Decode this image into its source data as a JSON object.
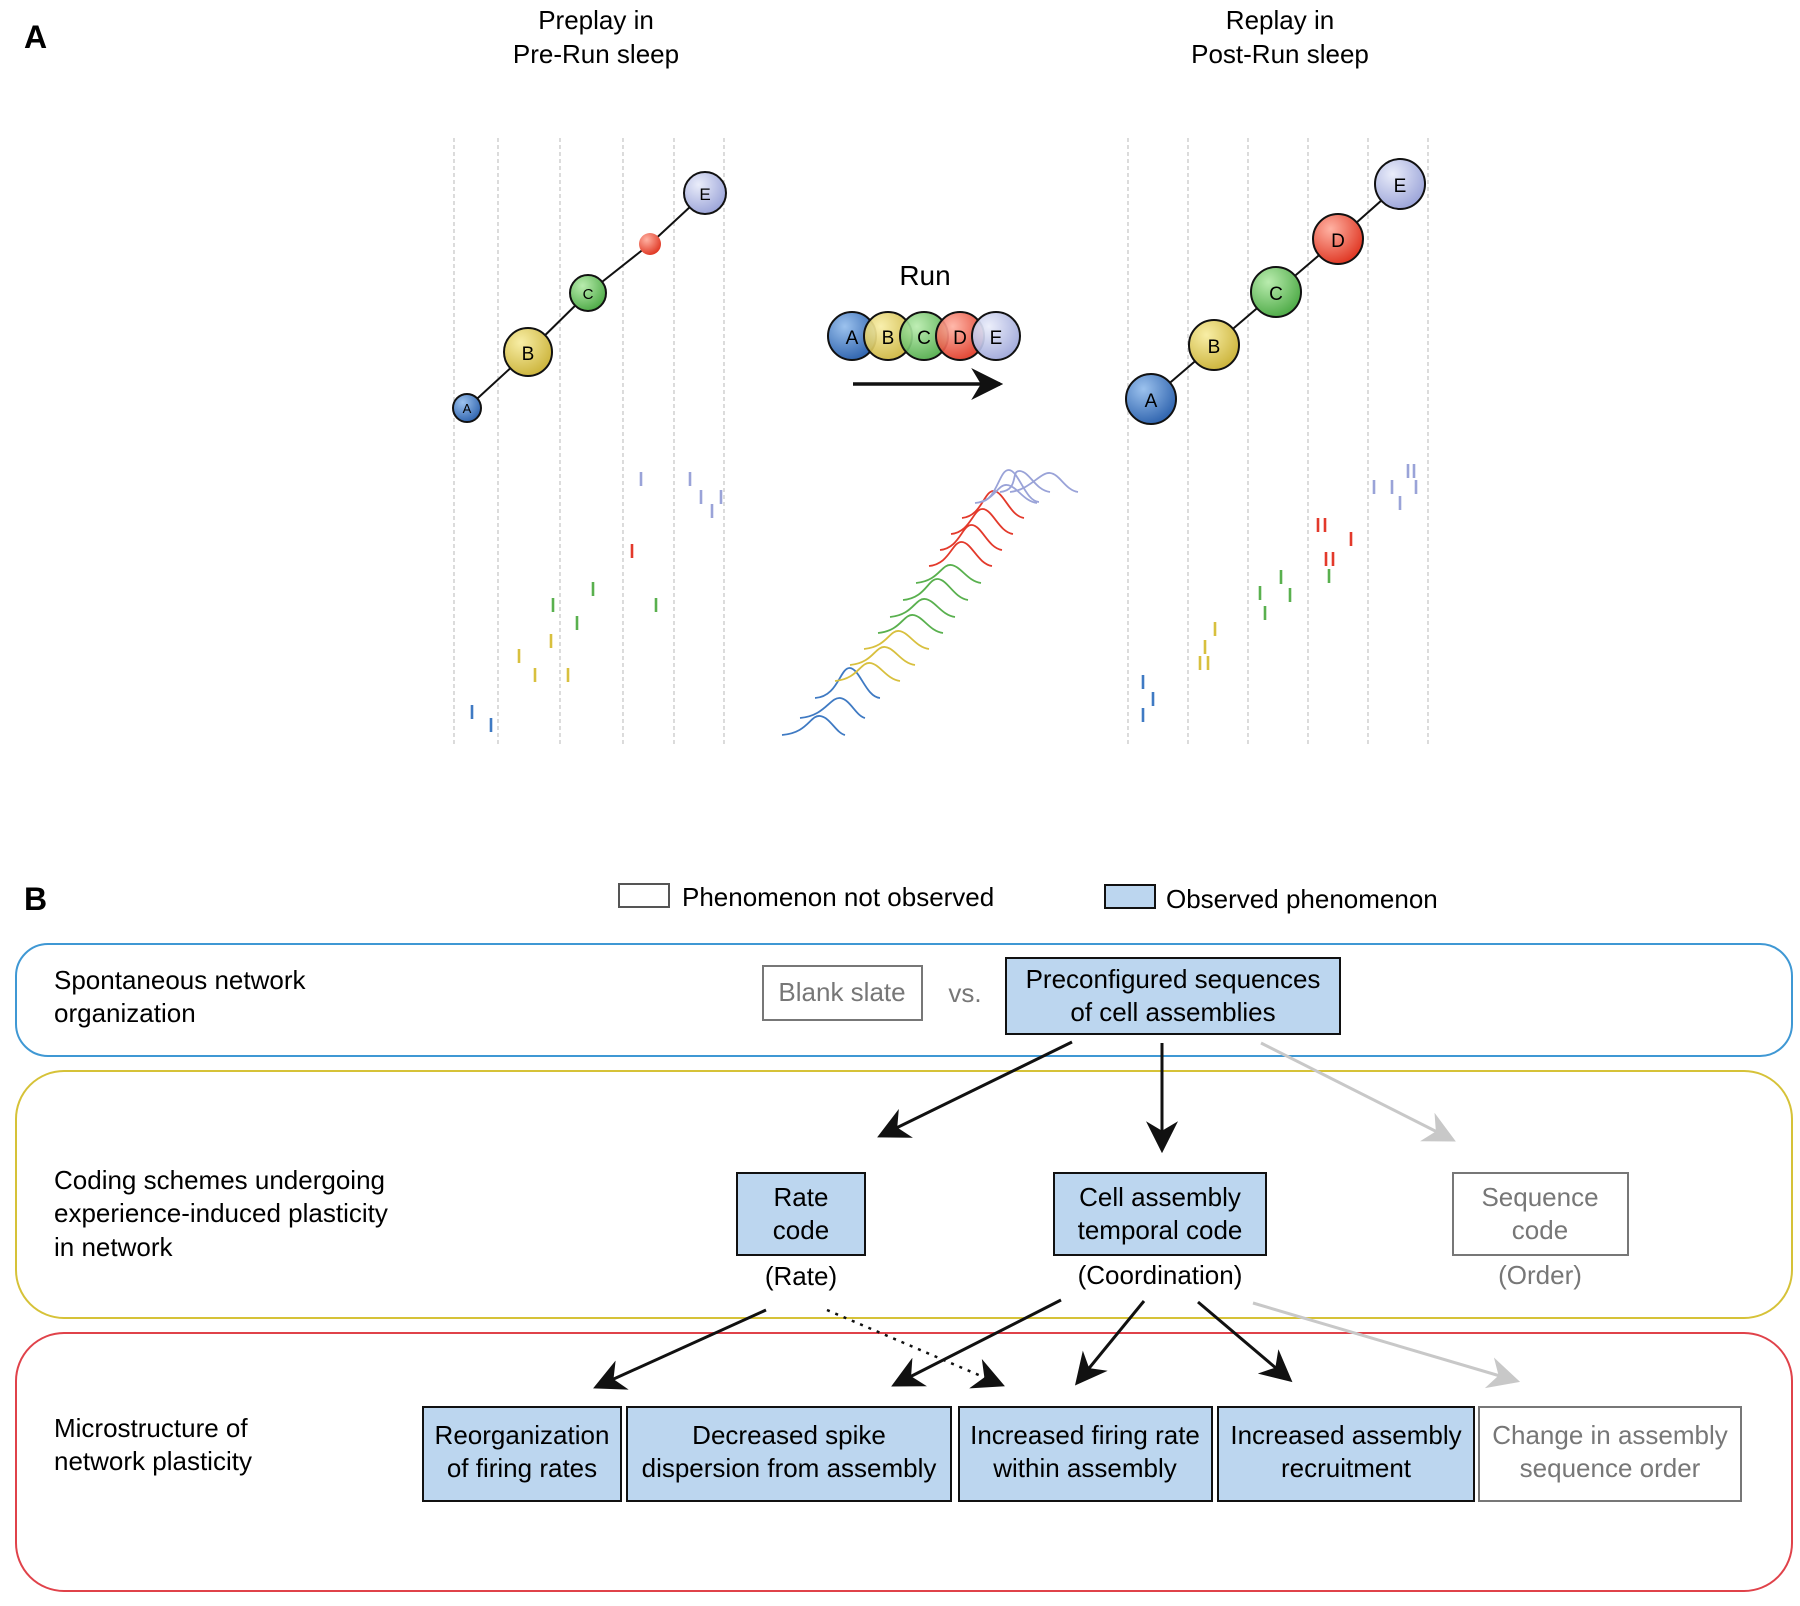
{
  "panel_a": {
    "letter": "A",
    "preplay": {
      "line1": "Preplay in",
      "line2": "Pre-Run sleep",
      "nodes": [
        "A",
        "B",
        "C",
        "E"
      ]
    },
    "replay": {
      "line1": "Replay in",
      "line2": "Post-Run sleep",
      "nodes": [
        "A",
        "B",
        "C",
        "D",
        "E"
      ]
    },
    "run": {
      "label": "Run",
      "nodes": [
        "A",
        "B",
        "C",
        "D",
        "E"
      ]
    },
    "colors": {
      "A": "#3f7ac3",
      "B": "#e3cf5a",
      "C": "#6cc264",
      "D": "#ef4e3a",
      "E": "#b6bde6"
    }
  },
  "panel_b": {
    "letter": "B",
    "legend": {
      "not_observed": "Phenomenon not observed",
      "observed": "Observed phenomenon"
    },
    "rows": {
      "spontaneous": {
        "line1": "Spontaneous network",
        "line2": "organization"
      },
      "coding": {
        "line1": "Coding schemes undergoing",
        "line2": "experience-induced plasticity",
        "line3": "in network"
      },
      "micro": {
        "line1": "Microstructure of",
        "line2": "network plasticity"
      }
    },
    "blank_slate": "Blank slate",
    "vs": "vs.",
    "preconfigured": {
      "line1": "Preconfigured sequences",
      "line2": "of cell assemblies"
    },
    "rate_code": {
      "line1": "Rate",
      "line2": "code",
      "sub": "(Rate)"
    },
    "temporal_code": {
      "line1": "Cell assembly",
      "line2": "temporal code",
      "sub": "(Coordination)"
    },
    "sequence_code": {
      "line1": "Sequence",
      "line2": "code",
      "sub": "(Order)"
    },
    "micro_boxes": [
      {
        "line1": "Reorganization",
        "line2": "of firing rates"
      },
      {
        "line1": "Decreased spike",
        "line2": "dispersion from assembly"
      },
      {
        "line1": "Increased firing rate",
        "line2": "within assembly"
      },
      {
        "line1": "Increased assembly",
        "line2": "recruitment"
      },
      {
        "line1": "Change in assembly",
        "line2": "sequence order"
      }
    ],
    "colors": {
      "observed_fill": "#bcd6ef",
      "spont_border": "#3f98d4",
      "coding_border": "#d6c238",
      "micro_border": "#e0424a"
    }
  }
}
